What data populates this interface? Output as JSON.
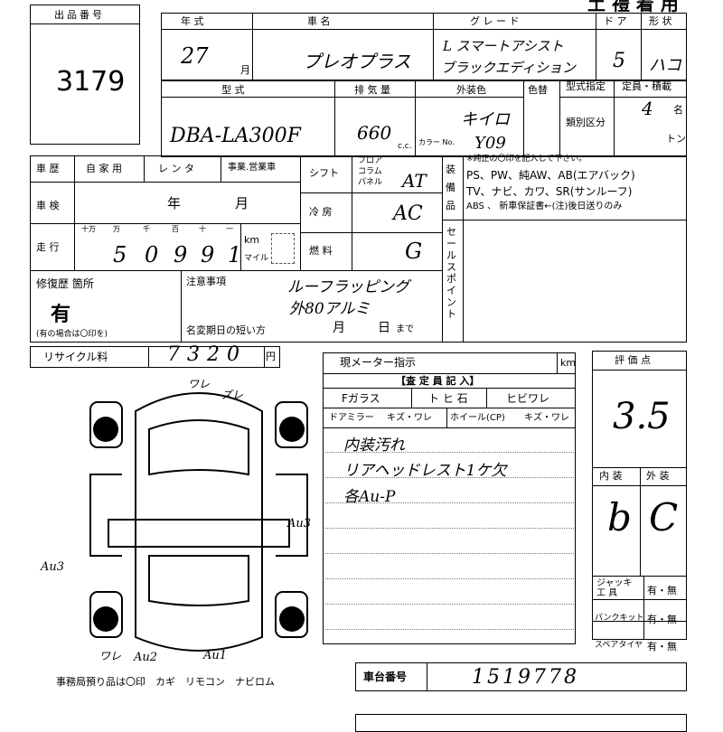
{
  "lot": {
    "label": "出品番号",
    "number": "3179"
  },
  "header": {
    "title": "土 禮 着 用"
  },
  "year": {
    "label": "年 式",
    "value": "27",
    "unit": "月"
  },
  "model_name": {
    "label": "車 名",
    "value": "プレオプラス"
  },
  "grade": {
    "label": "グ レ ー ド",
    "line1": "L スマートアシスト",
    "line2": "ブラックエディション"
  },
  "doors": {
    "label": "ド ア",
    "value": "5"
  },
  "shape": {
    "label": "形 状",
    "value": "ハコ"
  },
  "type": {
    "label": "型 式",
    "value": "DBA-LA300F"
  },
  "displacement": {
    "label": "排 気 量",
    "value": "660",
    "unit": "c.c."
  },
  "exterior_color": {
    "label": "外装色",
    "value": "キイロ",
    "color_no_label": "カラー No.",
    "color_no": "Y09"
  },
  "color_change": {
    "label": "色替"
  },
  "type_designation": {
    "label": "型式指定"
  },
  "category": {
    "label": "類別区分"
  },
  "capacity": {
    "label": "定員・積載",
    "value": "4",
    "unit_people": "名",
    "unit_ton": "トン"
  },
  "history": {
    "label": "車 歴",
    "options": [
      "自 家 用",
      "レ ン タ",
      "事業.営業車"
    ]
  },
  "inspection": {
    "label": "車 検",
    "year_label": "年",
    "month_label": "月"
  },
  "mileage": {
    "label": "走 行",
    "digit_labels": [
      "十万",
      "万",
      "千",
      "百",
      "十",
      "一"
    ],
    "digits": [
      "",
      "5",
      "0",
      "9",
      "9",
      "1"
    ],
    "unit_km": "km",
    "unit_mile": "マイル"
  },
  "shift": {
    "label": "シフト",
    "options": [
      "フロア",
      "コラム",
      "パネル"
    ],
    "value": "AT"
  },
  "ac": {
    "label": "冷 房",
    "value": "AC"
  },
  "fuel": {
    "label": "燃 料",
    "value": "G"
  },
  "equipment": {
    "label": "装 備 品",
    "note": "※純正の〇印を記入して下さい。",
    "line1": "PS、PW、純AW、AB(エアバック)",
    "line2": "TV、ナビ、カワ、SR(サンルーフ)",
    "line3": "ABS 、 新車保証書←(注)後日送りのみ"
  },
  "sales_point": {
    "label": "セールスポイント"
  },
  "repair": {
    "label": "修復歴 箇所",
    "value": "有",
    "note": "(有の場合は〇印を)"
  },
  "notes": {
    "label": "注意事項",
    "line1": "ルーフラッピング",
    "line2": "外80アルミ"
  },
  "name_change": {
    "label": "名変期日の短い方",
    "month": "月",
    "day": "日",
    "until": "まで"
  },
  "recycle": {
    "label": "リサイクル料",
    "value": "7320",
    "unit": "円"
  },
  "meter": {
    "label": "現メーター指示",
    "unit": "km"
  },
  "inspector": {
    "label": "【査 定 員 記 入】"
  },
  "glass": {
    "label": "Fガラス",
    "opts": "ト ヒ 石",
    "crack": "ヒビワレ"
  },
  "mirror": {
    "label": "ドアミラー",
    "opts": "キズ・ワレ"
  },
  "wheel": {
    "label": "ホイール(CP)",
    "opts": "キズ・ワレ"
  },
  "remarks": [
    "内装汚れ",
    "リアヘッドレスト1ケ欠",
    "各Au-P"
  ],
  "score": {
    "label": "評 価 点",
    "value": "3.5"
  },
  "interior": {
    "label": "内 装",
    "value": "b"
  },
  "exterior": {
    "label": "外 装",
    "value": "C"
  },
  "jack": {
    "label": "ジャッキ 工 具",
    "value": "有・無"
  },
  "puncture": {
    "label": "パンクキット",
    "value": "有・無"
  },
  "spare": {
    "label": "スペアタイヤ",
    "value": "有・無"
  },
  "chassis": {
    "label": "車台番号",
    "value": "1519778"
  },
  "diagram_marks": [
    "ワレ",
    "ズレ",
    "Au3",
    "Au3",
    "ワレ",
    "Au2",
    "Au1"
  ],
  "office_note": "事務局預り品は〇印　カギ　リモコン　ナビロム"
}
